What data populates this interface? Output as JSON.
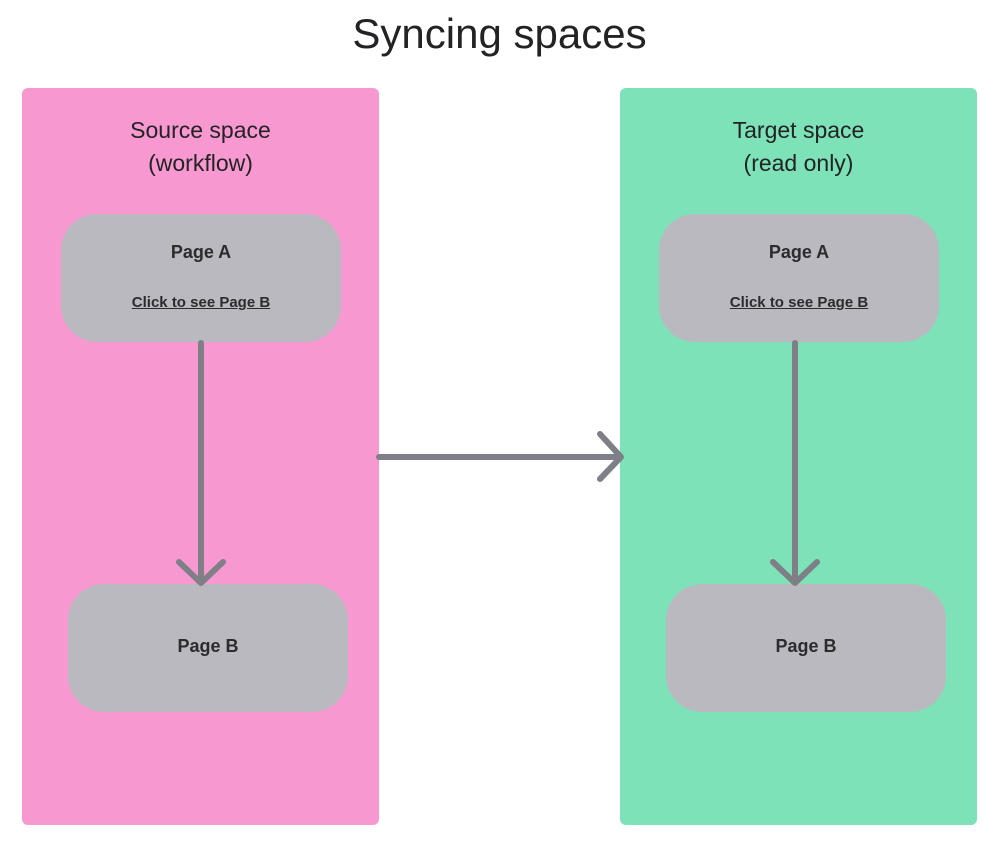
{
  "diagram": {
    "title": "Syncing spaces",
    "colors": {
      "source_panel": "#f799d0",
      "target_panel": "#7de2b7",
      "page_card": "#b9b9bf",
      "arrow": "#7e7f87"
    },
    "source": {
      "title_line1": "Source space",
      "title_line2": "(workflow)",
      "page_a": {
        "label": "Page A",
        "link": "Click to see Page B"
      },
      "page_b": {
        "label": "Page B"
      }
    },
    "target": {
      "title_line1": "Target space",
      "title_line2": "(read only)",
      "page_a": {
        "label": "Page A",
        "link": "Click to see Page B"
      },
      "page_b": {
        "label": "Page B"
      }
    }
  }
}
